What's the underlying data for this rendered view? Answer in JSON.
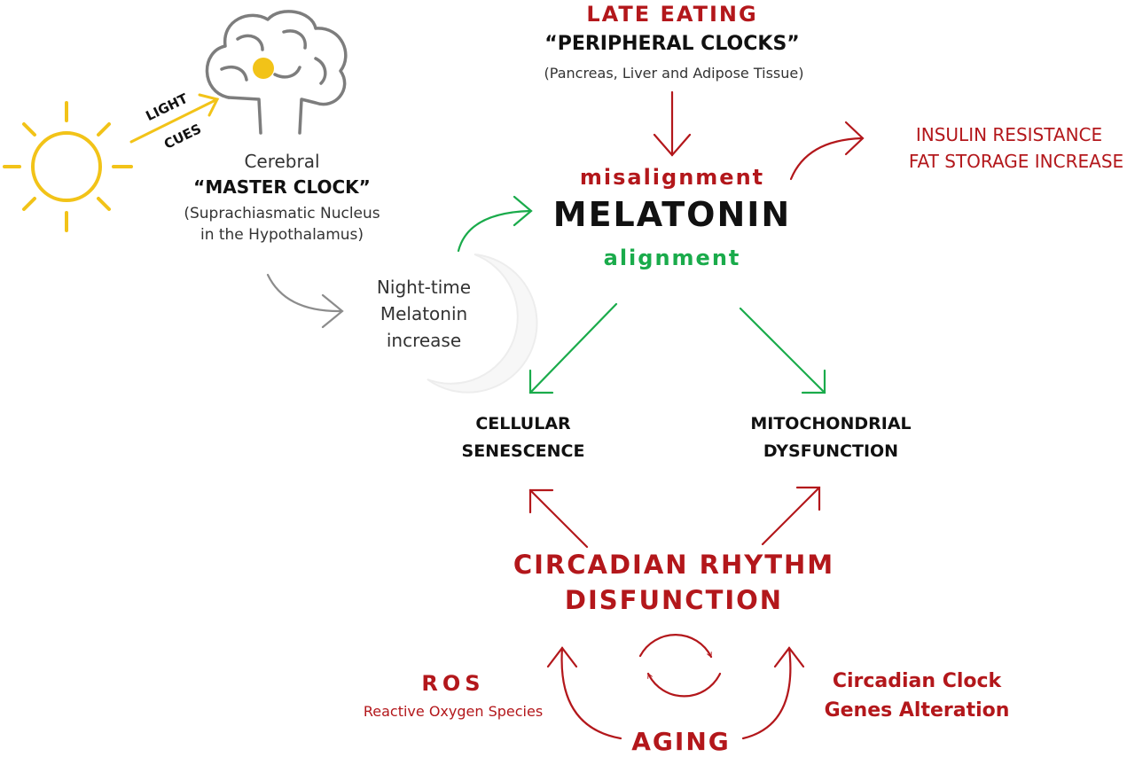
{
  "colors": {
    "red": "#b3171b",
    "green": "#1aab4b",
    "yellow": "#f2c318",
    "gray": "#8c8c8c",
    "dark": "#111111"
  },
  "icons": [
    "sun-icon",
    "brain-icon",
    "moon-icon",
    "cycle-arrows-icon"
  ],
  "light_cues": {
    "line1": "LIGHT",
    "line2": "CUES"
  },
  "master_clock": {
    "line1": "Cerebral",
    "line2": "“MASTER CLOCK”",
    "line3": "(Suprachiasmatic Nucleus",
    "line4": "in the Hypothalamus)"
  },
  "night_melatonin": {
    "line1": "Night-time",
    "line2": "Melatonin",
    "line3": "increase"
  },
  "late_eating": "LATE EATING",
  "peripheral_clocks": {
    "title": "“PERIPHERAL CLOCKS”",
    "subtitle": "(Pancreas, Liver and Adipose Tissue)"
  },
  "melatonin": {
    "misalignment": "misalignment",
    "title": "MELATONIN",
    "alignment": "alignment"
  },
  "insulin": {
    "line1": "INSULIN RESISTANCE",
    "line2": "FAT STORAGE INCREASE"
  },
  "cellular": {
    "line1": "CELLULAR",
    "line2": "SENESCENCE"
  },
  "mitochondrial": {
    "line1": "MITOCHONDRIAL",
    "line2": "DYSFUNCTION"
  },
  "circadian": {
    "line1": "CIRCADIAN RHYTHM",
    "line2": "DISFUNCTION"
  },
  "ros": {
    "title": "ROS",
    "subtitle": "Reactive Oxygen Species"
  },
  "clock_genes": {
    "line1": "Circadian Clock",
    "line2": "Genes Alteration"
  },
  "aging": "AGING"
}
